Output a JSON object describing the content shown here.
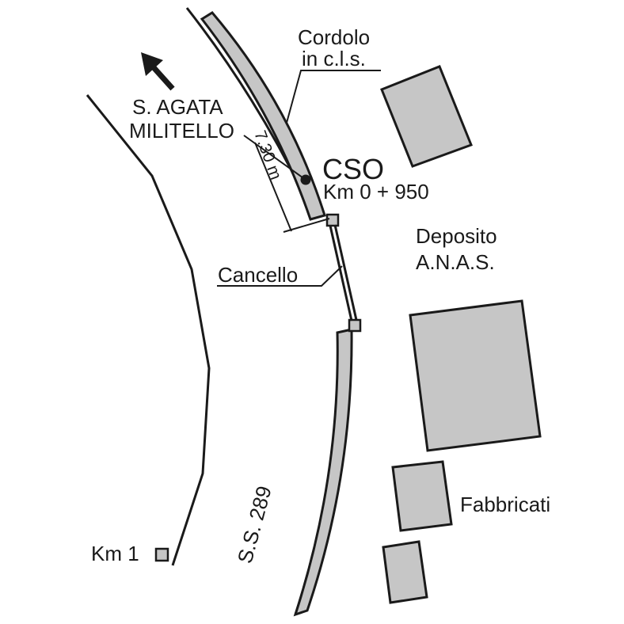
{
  "map": {
    "direction_label_line1": "S. AGATA",
    "direction_label_line2": "MILITELLO",
    "curb_label_line1": "Cordolo",
    "curb_label_line2": "in c.l.s.",
    "site_code": "CSO",
    "site_km": "Km 0 + 950",
    "dimension_label": "7.30 m",
    "gate_label": "Cancello",
    "depot_label_line1": "Deposito",
    "depot_label_line2": "A.N.A.S.",
    "buildings_label": "Fabbricati",
    "road_label": "S.S. 289",
    "km_marker_label": "Km 1",
    "colors": {
      "building_fill": "#c6c6c6",
      "curb_fill": "#c6c6c6",
      "line": "#1a1a1a",
      "background": "#ffffff"
    }
  }
}
